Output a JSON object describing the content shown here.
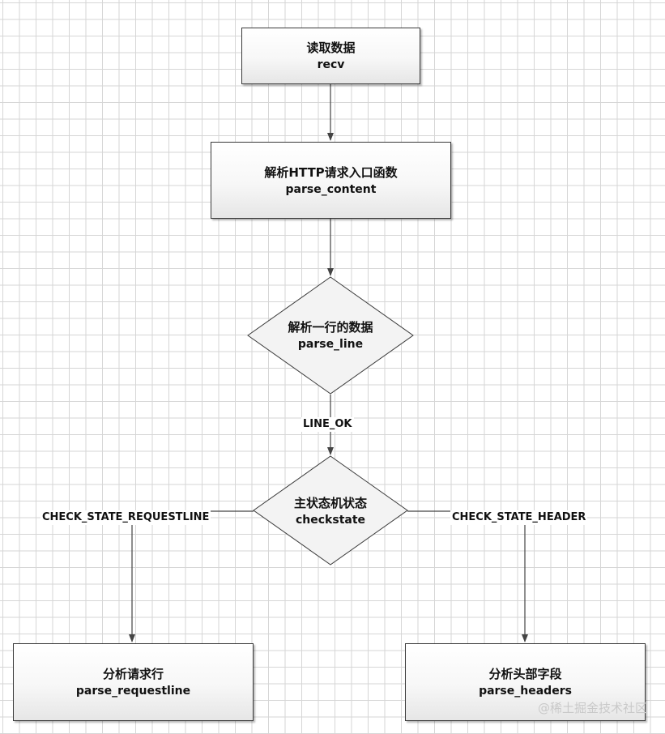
{
  "nodes": {
    "recv": {
      "title": "读取数据",
      "func": "recv"
    },
    "parse_content": {
      "title": "解析HTTP请求入口函数",
      "func": "parse_content"
    },
    "parse_line": {
      "title": "解析一行的数据",
      "func": "parse_line"
    },
    "checkstate": {
      "title": "主状态机状态",
      "func": "checkstate"
    },
    "parse_requestline": {
      "title": "分析请求行",
      "func": "parse_requestline"
    },
    "parse_headers": {
      "title": "分析头部字段",
      "func": "parse_headers"
    }
  },
  "edges": {
    "line_ok": "LINE_OK",
    "check_state_requestline": "CHECK_STATE_REQUESTLINE",
    "check_state_header": "CHECK_STATE_HEADER"
  },
  "watermark": "@稀土掘金技术社区"
}
